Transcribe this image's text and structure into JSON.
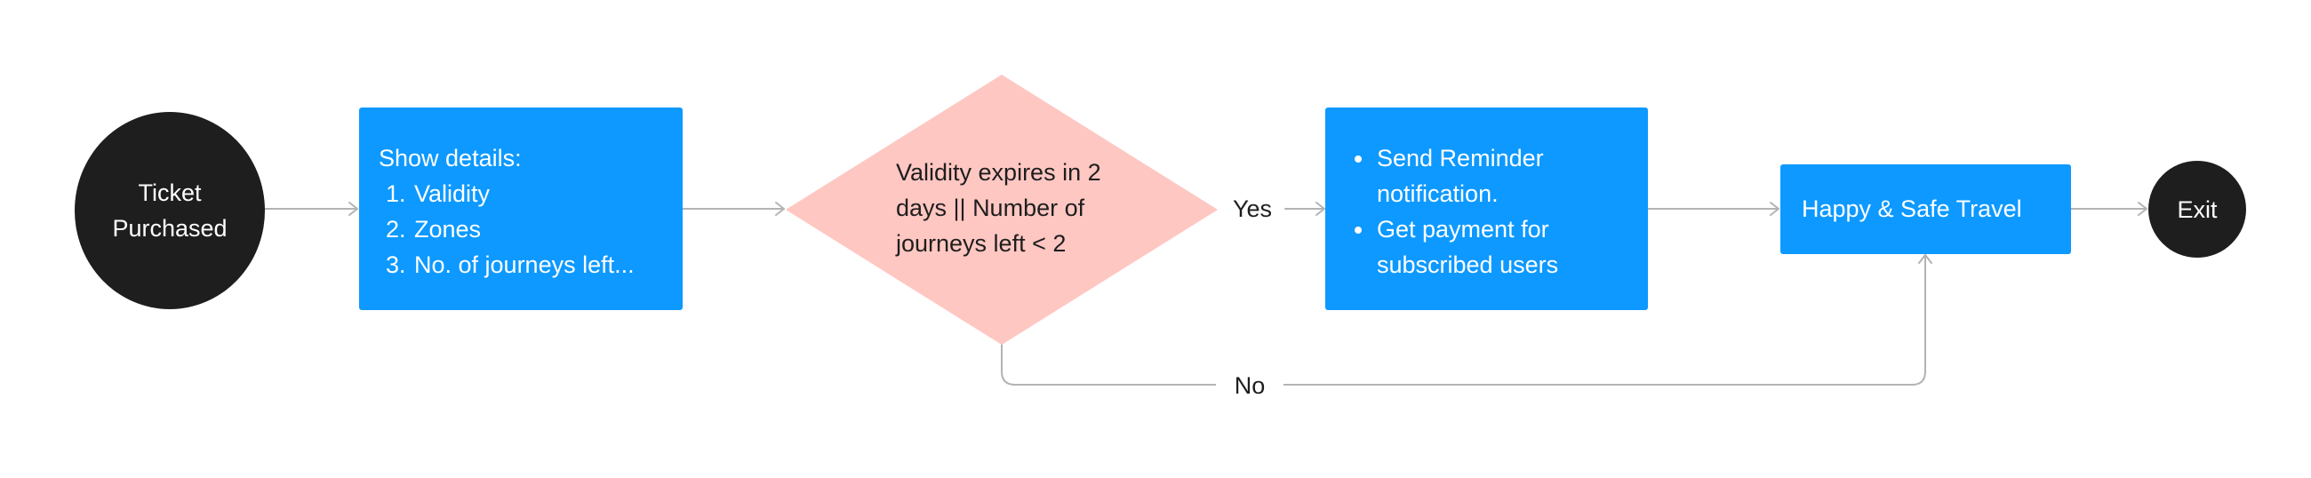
{
  "nodes": {
    "start": {
      "label": "Ticket Purchased"
    },
    "details": {
      "heading": "Show details:",
      "items": [
        "Validity",
        "Zones",
        "No. of journeys left..."
      ]
    },
    "decision": {
      "label": "Validity expires in 2 days || Number of journeys left < 2"
    },
    "reminder": {
      "items": [
        "Send Reminder notification.",
        "Get payment for subscribed users"
      ]
    },
    "travel": {
      "label": "Happy & Safe Travel"
    },
    "exit": {
      "label": "Exit"
    }
  },
  "edges": {
    "yes_label": "Yes",
    "no_label": "No"
  },
  "colors": {
    "terminal_fill": "#1e1e1e",
    "process_fill": "#0d99ff",
    "decision_fill": "#ffc7c2",
    "connector": "#b3b3b3",
    "text_dark": "#1e1e1e",
    "text_light": "#ffffff"
  }
}
